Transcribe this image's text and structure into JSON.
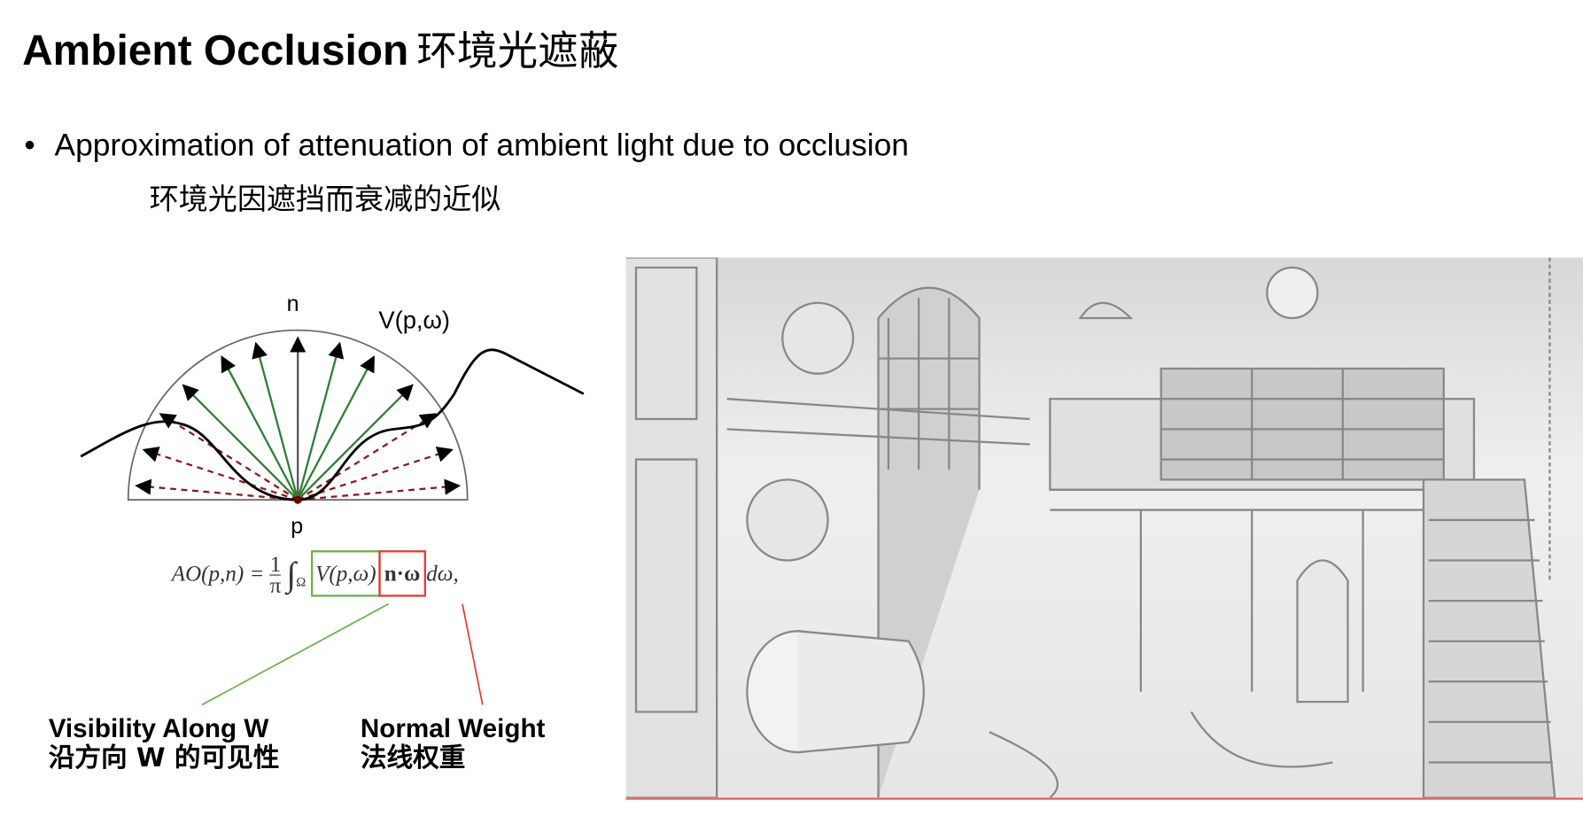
{
  "title": {
    "en": "Ambient Occlusion",
    "zh": "环境光遮蔽"
  },
  "bullet": {
    "symbol": "•",
    "text": "Approximation of attenuation of ambient light due to occlusion",
    "zh": "环境光因遮挡而衰减的近似"
  },
  "diagram": {
    "normal_label": "n",
    "point_label": "p",
    "visibility_label": "V(p,ω)"
  },
  "equation": {
    "lhs": "AO(p,n) =",
    "frac_num": "1",
    "frac_den": "π",
    "integral": "∫",
    "domain": "Ω",
    "visibility_term": "V(p,ω)",
    "weight_term": "n·ω",
    "tail": "dω,"
  },
  "labels": {
    "visibility": {
      "en": "Visibility Along W",
      "zh": "沿方向 W 的可见性"
    },
    "normal": {
      "en": "Normal Weight",
      "zh": "法线权重"
    }
  },
  "colors": {
    "visible_ray": "#2e7d32",
    "occluded_ray": "#8b1a1a",
    "visibility_box": "#6ab04c",
    "weight_box": "#e53935"
  }
}
